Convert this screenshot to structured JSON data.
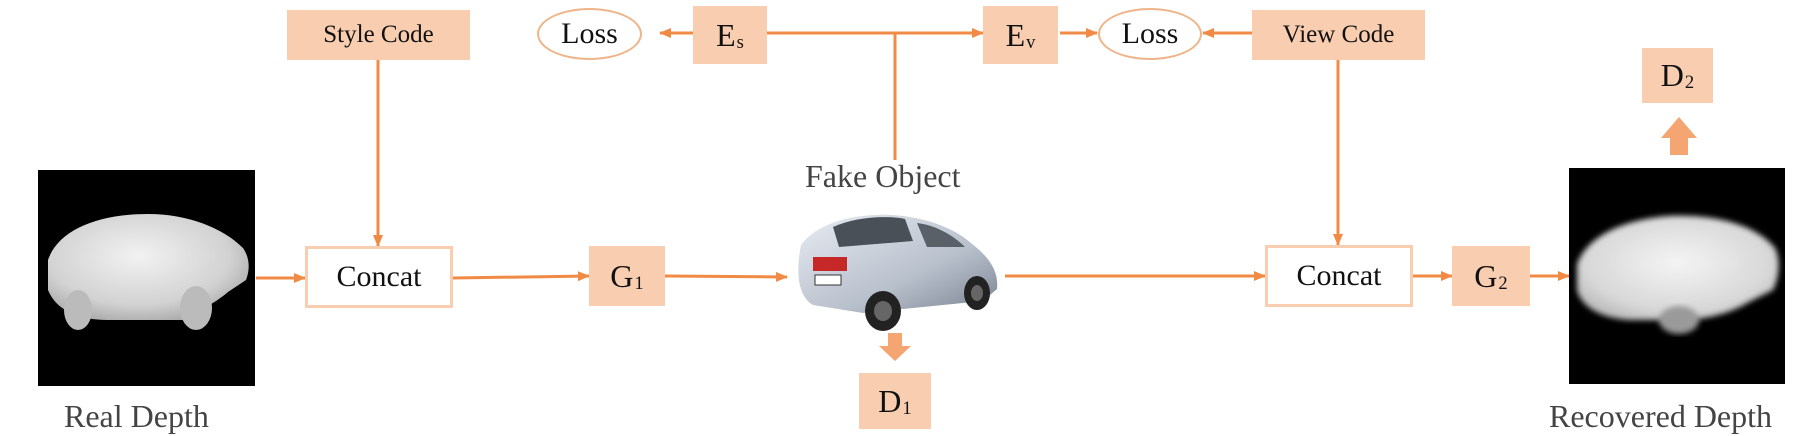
{
  "nodes": {
    "style_code": "Style Code",
    "view_code": "View Code",
    "loss_left": "Loss",
    "loss_right": "Loss",
    "encoder_s": {
      "main": "E",
      "sub": "s"
    },
    "encoder_v": {
      "main": "E",
      "sub": "v"
    },
    "concat_left": "Concat",
    "concat_right": "Concat",
    "generator_1": {
      "main": "G",
      "sub": "1"
    },
    "generator_2": {
      "main": "G",
      "sub": "2"
    },
    "discriminator_1": {
      "main": "D",
      "sub": "1"
    },
    "discriminator_2": {
      "main": "D",
      "sub": "2"
    }
  },
  "captions": {
    "real_depth": "Real Depth",
    "fake_object": "Fake Object",
    "recovered_depth": "Recovered Depth"
  },
  "colors": {
    "arrow": "#f08a45",
    "box_fill": "#f8cdb0",
    "box_border": "#f8cdb0",
    "oval_border": "#f0b489",
    "thick_arrow": "#f4a572"
  }
}
